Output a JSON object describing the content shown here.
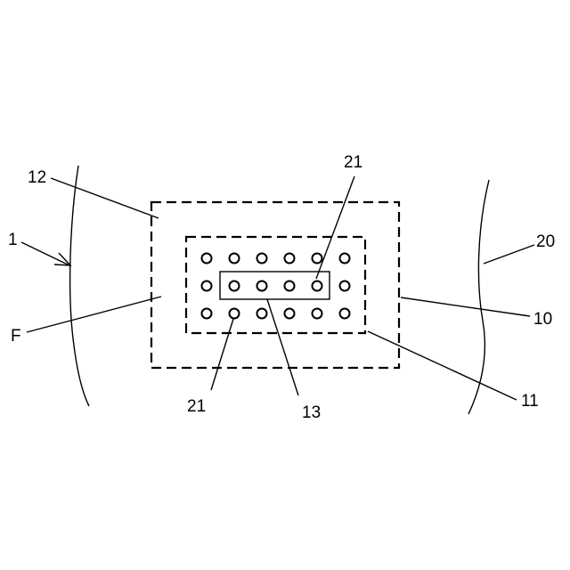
{
  "figure": {
    "labels": {
      "ref_1": "1",
      "ref_F": "F",
      "ref_12": "12",
      "ref_21_top": "21",
      "ref_21_bottom": "21",
      "ref_13": "13",
      "ref_20": "20",
      "ref_10": "10",
      "ref_11": "11"
    },
    "hole_grid": {
      "rows": 3,
      "columns": 6
    },
    "colors": {
      "line": "#000000",
      "background": "#ffffff"
    }
  }
}
